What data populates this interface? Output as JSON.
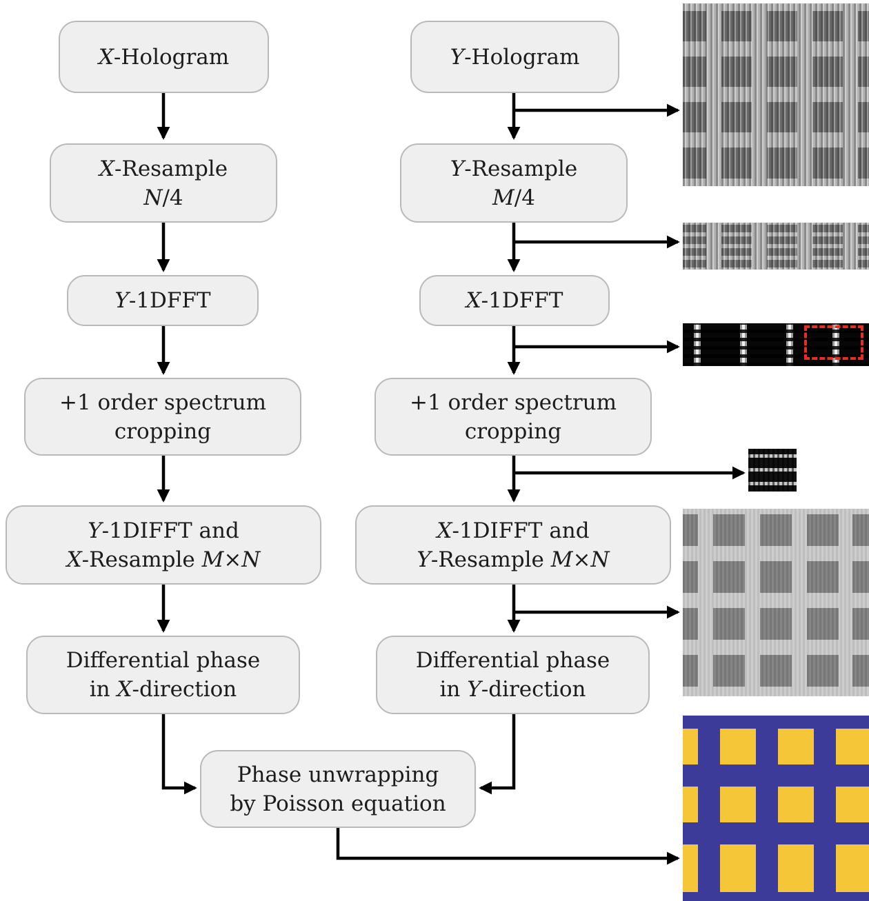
{
  "flowchart": {
    "left": [
      {
        "lines": [
          "*X*-Hologram"
        ]
      },
      {
        "lines": [
          "*X*-Resample",
          "*N*/4"
        ]
      },
      {
        "lines": [
          "*Y*-1DFFT"
        ]
      },
      {
        "lines": [
          "+1 order spectrum",
          "cropping"
        ]
      },
      {
        "lines": [
          "*Y*-1DIFFT and",
          "*X*-Resample *M*×*N*"
        ]
      },
      {
        "lines": [
          "Differential phase",
          "in *X*-direction"
        ]
      }
    ],
    "right": [
      {
        "lines": [
          "*Y*-Hologram"
        ]
      },
      {
        "lines": [
          "*Y*-Resample",
          "*M*/4"
        ]
      },
      {
        "lines": [
          "*X*-1DFFT"
        ]
      },
      {
        "lines": [
          "+1 order spectrum",
          "cropping"
        ]
      },
      {
        "lines": [
          "*X*-1DIFFT and",
          "*Y*-Resample *M*×*N*"
        ]
      },
      {
        "lines": [
          "Differential phase",
          "in *Y*-direction"
        ]
      }
    ],
    "merge": {
      "lines": [
        "Phase unwrapping",
        "by Poisson equation"
      ]
    }
  },
  "images": [
    {
      "name": "hologram-preview"
    },
    {
      "name": "resampled-hologram-preview"
    },
    {
      "name": "spectrum-preview"
    },
    {
      "name": "cropped-spectrum-preview"
    },
    {
      "name": "differential-phase-preview"
    },
    {
      "name": "unwrapped-phase-preview"
    }
  ],
  "colors": {
    "box_fill": "#efefef",
    "box_border": "#b9b9b9",
    "arrow": "#000000",
    "roi_dashed": "#e62e22",
    "phase_blue": "#3c3b99",
    "phase_yellow": "#f5c738"
  }
}
